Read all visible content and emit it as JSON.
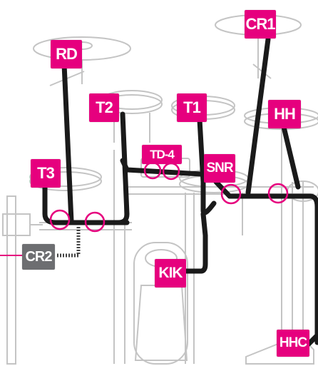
{
  "colors": {
    "accent": "#e6007e",
    "neutral_label": "#6d6e71",
    "cable": "#1a1a1a",
    "line_art": "#c4c4c4",
    "background": "#ffffff"
  },
  "labels": {
    "cr1": "CR1",
    "rd": "RD",
    "t2": "T2",
    "t1": "T1",
    "hh": "HH",
    "td4": "TD-4",
    "snr": "SNR",
    "t3": "T3",
    "cr2": "CR2",
    "kik": "KIK",
    "hhc": "HHC"
  }
}
